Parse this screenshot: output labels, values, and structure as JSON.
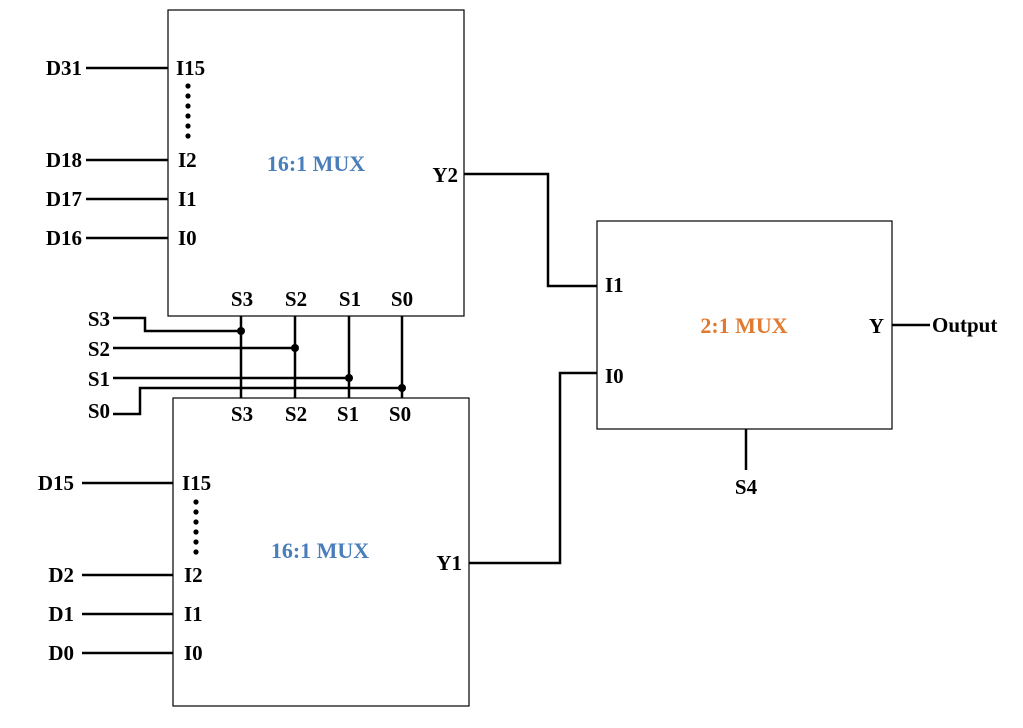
{
  "mux_top": {
    "title": "16:1 MUX",
    "inputs": {
      "d31": "D31",
      "d18": "D18",
      "d17": "D17",
      "d16": "D16"
    },
    "pins": {
      "i15": "I15",
      "i2": "I2",
      "i1": "I1",
      "i0": "I0",
      "y": "Y2"
    },
    "selects": {
      "s3": "S3",
      "s2": "S2",
      "s1": "S1",
      "s0": "S0"
    }
  },
  "mux_bottom": {
    "title": "16:1 MUX",
    "inputs": {
      "d15": "D15",
      "d2": "D2",
      "d1": "D1",
      "d0": "D0"
    },
    "pins": {
      "i15": "I15",
      "i2": "I2",
      "i1": "I1",
      "i0": "I0",
      "y": "Y1"
    },
    "selects": {
      "s3": "S3",
      "s2": "S2",
      "s1": "S1",
      "s0": "S0"
    }
  },
  "select_lines": {
    "s3": "S3",
    "s2": "S2",
    "s1": "S1",
    "s0": "S0"
  },
  "mux_final": {
    "title": "2:1 MUX",
    "pins": {
      "i1": "I1",
      "i0": "I0",
      "y": "Y"
    },
    "select": "S4",
    "output": "Output"
  },
  "colors": {
    "mux16_title": "#4a7ebb",
    "mux2_title": "#e07a2f",
    "wire": "#000000"
  }
}
